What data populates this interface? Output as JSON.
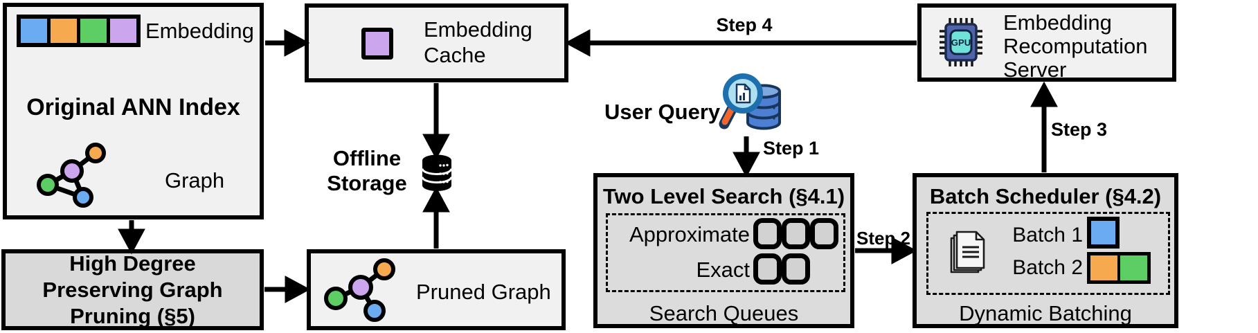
{
  "ann_index": {
    "embedding_label": "Embedding",
    "title": "Original ANN Index",
    "graph_label": "Graph"
  },
  "pruning": {
    "title": "High Degree Preserving Graph Pruning (§5)"
  },
  "cache": {
    "title": "Embedding Cache"
  },
  "offline_storage": {
    "title": "Offline Storage"
  },
  "pruned_graph": {
    "title": "Pruned Graph"
  },
  "user_query": {
    "title": "User Query"
  },
  "two_level_search": {
    "title": "Two Level Search (§4.1)",
    "approximate_label": "Approximate",
    "exact_label": "Exact",
    "footer": "Search Queues"
  },
  "batch_scheduler": {
    "title": "Batch Scheduler (§4.2)",
    "batch1_label": "Batch 1",
    "batch2_label": "Batch 2",
    "footer": "Dynamic Batching"
  },
  "server": {
    "title": "Embedding Recomputation Server"
  },
  "steps": {
    "step1": "Step 1",
    "step2": "Step 2",
    "step3": "Step 3",
    "step4": "Step 4"
  },
  "icons": {
    "gpu_label": "GPU"
  },
  "colors": {
    "blue": "#6AABF1",
    "orange": "#F7A94F",
    "green": "#5CCE63",
    "purple": "#CBA6EE",
    "box_light": "#F1F1F1",
    "box_gray": "#D9D9D9",
    "panel_gray": "#DCDCDC",
    "queue_fill": "#D2D2D2",
    "gpu_chip": "#5064AB",
    "gpu_screen": "#6FE3DA",
    "magnifier_rim": "#1D6FAE",
    "magnifier_lens": "#AEE0F2",
    "handle_orange": "#F2652C",
    "query_db_blue": "#4F7FD2"
  }
}
